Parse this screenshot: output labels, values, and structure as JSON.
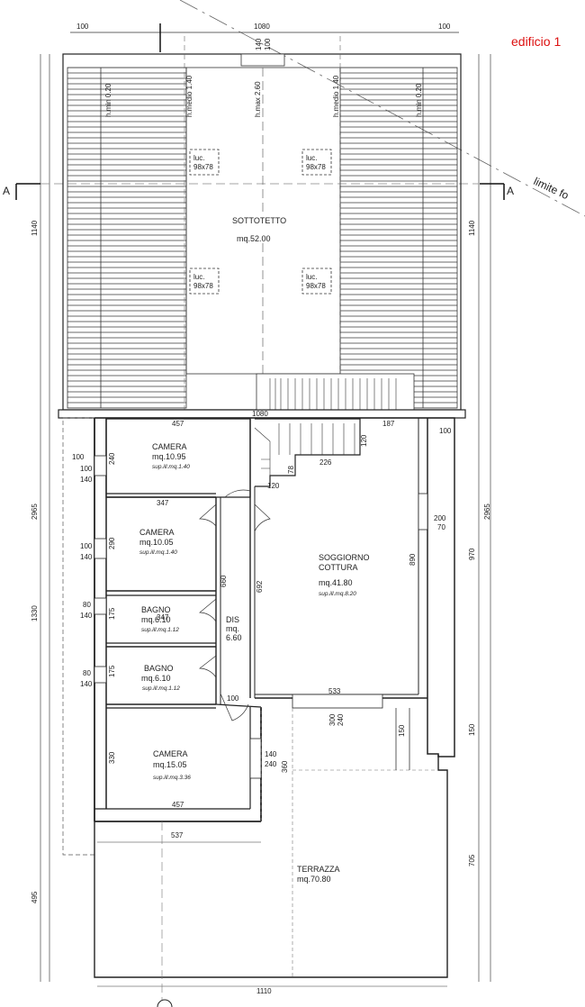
{
  "header": {
    "title": "edificio 1",
    "title_color": "#d11111"
  },
  "section_marks": {
    "left": "A",
    "right": "A"
  },
  "limit_note": "limite fo",
  "attic": {
    "name": "SOTTOTETTO",
    "area": "mq.52.00",
    "heights": [
      "h.min 0.20",
      "h.medio 1.40",
      "h.max 2.60",
      "h.medio 1.40",
      "h.min 0.20"
    ],
    "skylights": [
      {
        "name": "luc.",
        "size": "98x78"
      },
      {
        "name": "luc.",
        "size": "98x78"
      },
      {
        "name": "luc.",
        "size": "98x78"
      },
      {
        "name": "luc.",
        "size": "98x78"
      }
    ]
  },
  "rooms": {
    "camera1": {
      "name": "CAMERA",
      "area": "mq.10.95",
      "sup": "sup.ill.mq.1.40"
    },
    "camera2": {
      "name": "CAMERA",
      "area": "mq.10.05",
      "sup": "sup.ill.mq.1.40"
    },
    "bagno1": {
      "name": "BAGNO",
      "area": "mq.6.10",
      "sup": "sup.ill.mq.1.12"
    },
    "bagno2": {
      "name": "BAGNO",
      "area": "mq.6.10",
      "sup": "sup.ill.mq.1.12"
    },
    "camera3": {
      "name": "CAMERA",
      "area": "mq.15.05",
      "sup": "sup.ill.mq.3.36"
    },
    "dis": {
      "name": "DIS",
      "unit": "mq.",
      "area": "6.60"
    },
    "soggiorno": {
      "name": "SOGGIORNO",
      "name2": "COTTURA",
      "area": "mq.41.80",
      "sup": "sup.ill.mq.8.20"
    },
    "terrazza": {
      "name": "TERRAZZA",
      "area": "mq.70.80"
    }
  },
  "dimensions": {
    "top_left": "100",
    "top_center": "1080",
    "top_right": "100",
    "top_small_a": "140",
    "top_small_b": "100",
    "mid_width": "1080",
    "right_100": "100",
    "left_1140": "1140",
    "right_1140": "1140",
    "left_2965": "2965",
    "right_2965": "2965",
    "left_1330": "1330",
    "left_495": "495",
    "right_970": "970",
    "right_150": "150",
    "right_705": "705",
    "w457a": "457",
    "w347a": "347",
    "w347b": "347",
    "w457b": "457",
    "w537": "537",
    "w1110": "1110",
    "w533": "533",
    "w187": "187",
    "w226": "226",
    "h120a": "120",
    "h120b": "120",
    "h78": "78",
    "h240": "240",
    "h290": "290",
    "h175a": "175",
    "h175b": "175",
    "h330": "330",
    "h660": "660",
    "h692": "692",
    "h890": "890",
    "h100": "100",
    "h360": "360",
    "h150": "150",
    "h300": "300",
    "h240b": "240",
    "w200": "200",
    "w70": "70",
    "win140": "140",
    "win240": "240",
    "ext_100a": "100",
    "ext_140a": "140",
    "ext_100b": "100",
    "ext_140b": "140",
    "ext_100c": "100",
    "ext_140c": "140",
    "ext_80a": "80",
    "ext_140d": "140",
    "ext_80b": "80",
    "ext_140e": "140"
  }
}
